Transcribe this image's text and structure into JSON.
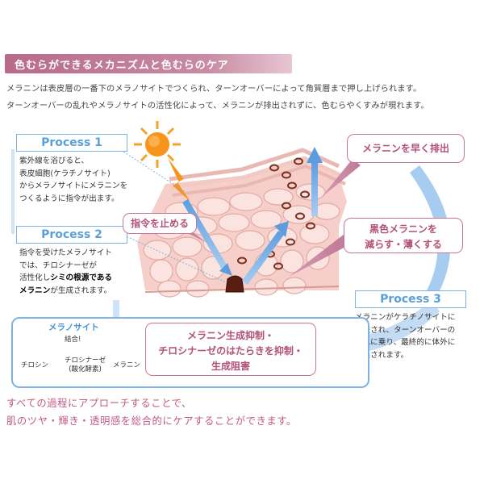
{
  "title": "色むらができるメカニズムと色むらのケア",
  "intro": {
    "line1": "メラニンは表皮層の一番下のメラノサイトでつくられ、ターンオーバーによって角質層まで押し上げられます。",
    "line2": "ターンオーバーの乱れやメラノサイトの活性化によって、メラニンが排出されずに、色むらやくすみが現れます。"
  },
  "process1": {
    "heading": "Process 1",
    "lines": [
      "紫外線を浴びると、",
      "表皮細胞(ケラチノサイト)",
      "からメラノサイトにメラニンを",
      "つくるように指令が出ます。"
    ]
  },
  "process2": {
    "heading": "Process 2",
    "line1": "指令を受けたメラノサイト",
    "line2": "では、チロシナーゼが",
    "line3_pre": "活性化し",
    "line3_bold": "シミの根源である",
    "line4_bold": "メラニン",
    "line4_post": "が生成されます。"
  },
  "process3": {
    "heading": "Process 3",
    "lines": [
      "メラニンがケラチノサイトに",
      "転送され、ターンオーバーの",
      "流れに乗り、最終的に体外に",
      "排出されます。"
    ]
  },
  "callouts": {
    "stop_signal": "指令を止める",
    "early_discharge": "メラニンを早く排出",
    "reduce_line1": "黒色メラニンを",
    "reduce_line2": "減らす・薄くする",
    "suppress_line1": "メラニン生成抑制・",
    "suppress_line2": "チロシナーゼのはたらきを抑制・",
    "suppress_line3": "生成阻害"
  },
  "melanocyte": {
    "label": "メラノサイト",
    "binding": "結合!",
    "tyrosine": "チロシン",
    "tyrosinase_line1": "チロシナーゼ",
    "tyrosinase_line2": "(酸化酵素)",
    "melanin": "メラニン"
  },
  "bottom": {
    "line1": "すべての過程にアプローチすることで、",
    "line2": "肌のツヤ・輝き・透明感を総合的にケアすることができます。"
  },
  "colors": {
    "accent_pink": "#c7789a",
    "accent_blue": "#7db3e4",
    "skin_cell": "#f9d9d4",
    "sun": "#f7941d"
  }
}
